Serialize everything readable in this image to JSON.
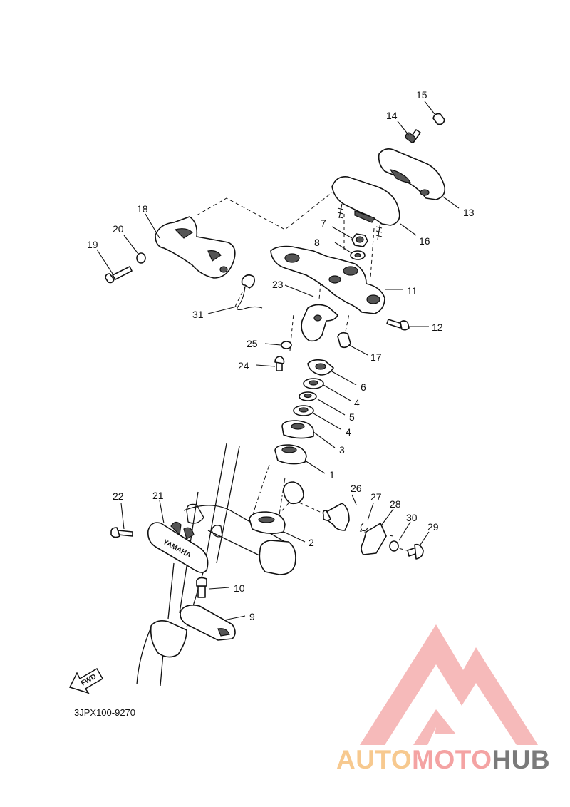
{
  "diagram": {
    "code": "3JPX100-9270",
    "fwd_label": "FWD",
    "callouts": [
      {
        "id": "c1",
        "label": "1"
      },
      {
        "id": "c2",
        "label": "2"
      },
      {
        "id": "c3",
        "label": "3"
      },
      {
        "id": "c4a",
        "label": "4"
      },
      {
        "id": "c4b",
        "label": "4"
      },
      {
        "id": "c5",
        "label": "5"
      },
      {
        "id": "c6",
        "label": "6"
      },
      {
        "id": "c7",
        "label": "7"
      },
      {
        "id": "c8",
        "label": "8"
      },
      {
        "id": "c9",
        "label": "9"
      },
      {
        "id": "c10",
        "label": "10"
      },
      {
        "id": "c11",
        "label": "11"
      },
      {
        "id": "c12",
        "label": "12"
      },
      {
        "id": "c13",
        "label": "13"
      },
      {
        "id": "c14",
        "label": "14"
      },
      {
        "id": "c15",
        "label": "15"
      },
      {
        "id": "c16",
        "label": "16"
      },
      {
        "id": "c17",
        "label": "17"
      },
      {
        "id": "c18",
        "label": "18"
      },
      {
        "id": "c19",
        "label": "19"
      },
      {
        "id": "c20",
        "label": "20"
      },
      {
        "id": "c21",
        "label": "21"
      },
      {
        "id": "c22",
        "label": "22"
      },
      {
        "id": "c23",
        "label": "23"
      },
      {
        "id": "c24",
        "label": "24"
      },
      {
        "id": "c25",
        "label": "25"
      },
      {
        "id": "c26",
        "label": "26"
      },
      {
        "id": "c27",
        "label": "27"
      },
      {
        "id": "c28",
        "label": "28"
      },
      {
        "id": "c29",
        "label": "29"
      },
      {
        "id": "c30",
        "label": "30"
      },
      {
        "id": "c31",
        "label": "31"
      }
    ]
  },
  "watermark": {
    "part1": "AUTO",
    "part2": "MOTO",
    "part3": "HUB",
    "color1": "#f7c98f",
    "color2": "#f4a3a3",
    "color3": "#7a7a7a"
  }
}
